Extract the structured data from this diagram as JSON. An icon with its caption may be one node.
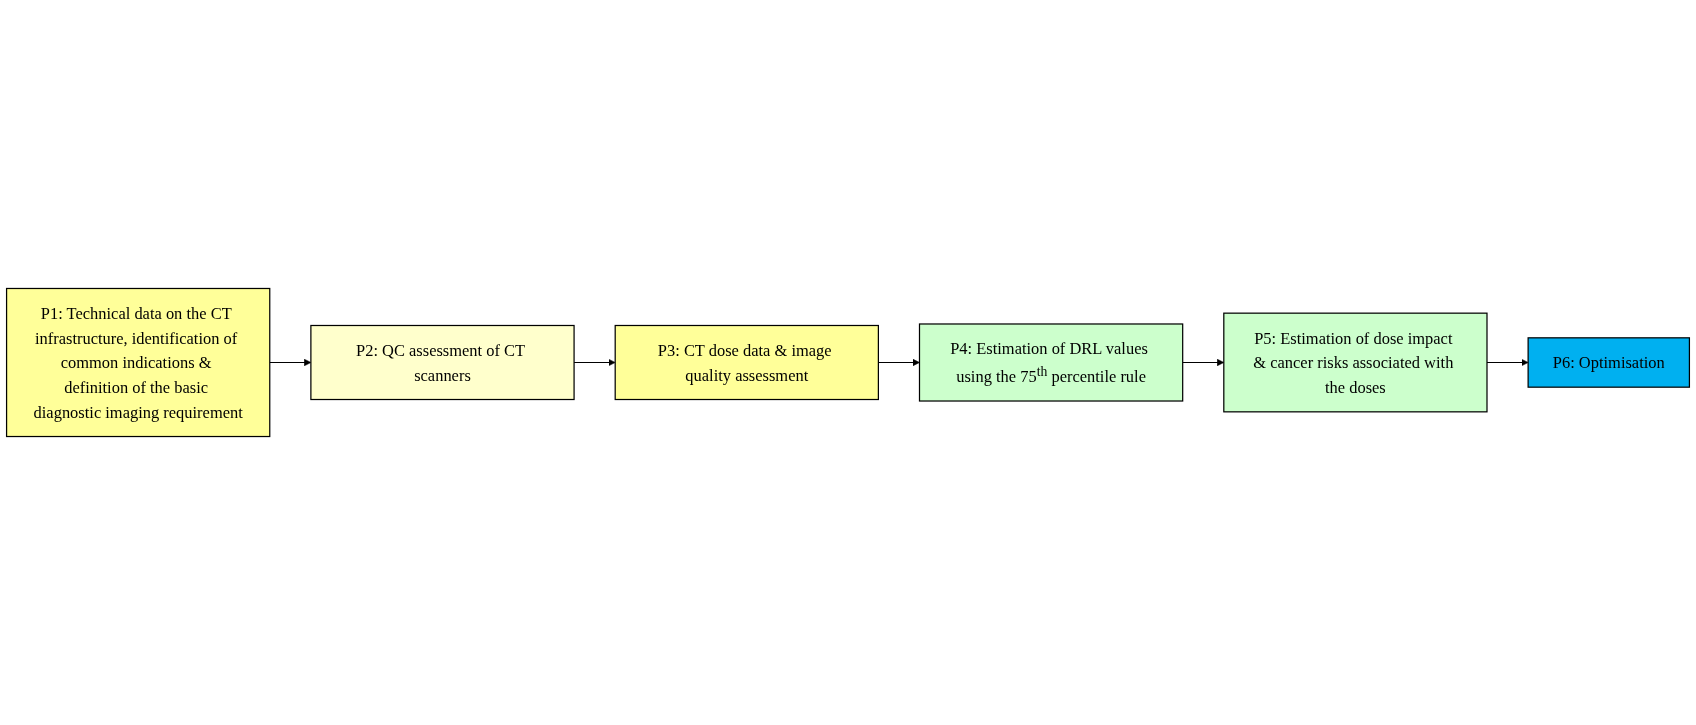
{
  "diagram": {
    "nodes": [
      {
        "text": [
          "P1: Technical data on the CT infrastructure, identification of common indications & definition of the basic diagnostic imaging requirement"
        ]
      },
      {
        "text": [
          "P2: QC assessment of CT scanners"
        ]
      },
      {
        "text": [
          "P3: CT dose data & image quality assessment"
        ]
      },
      {
        "text": [
          "P4: Estimation of DRL values using the 75$^{th}$ percentile rule"
        ]
      },
      {
        "text": [
          "P5: Estimation of dose impact & cancer risks associated with the doses"
        ]
      },
      {
        "text": [
          "P6: Optimisation"
        ]
      }
    ],
    "edges": [
      {
        "from": 0,
        "to": 1,
        "arrow": "to"
      },
      {
        "from": 1,
        "to": 2,
        "arrow": "to"
      },
      {
        "from": 2,
        "to": 3,
        "arrow": "to"
      },
      {
        "from": 3,
        "to": 4,
        "arrow": "to"
      },
      {
        "from": 4,
        "to": 5,
        "arrow": "to"
      }
    ]
  }
}
